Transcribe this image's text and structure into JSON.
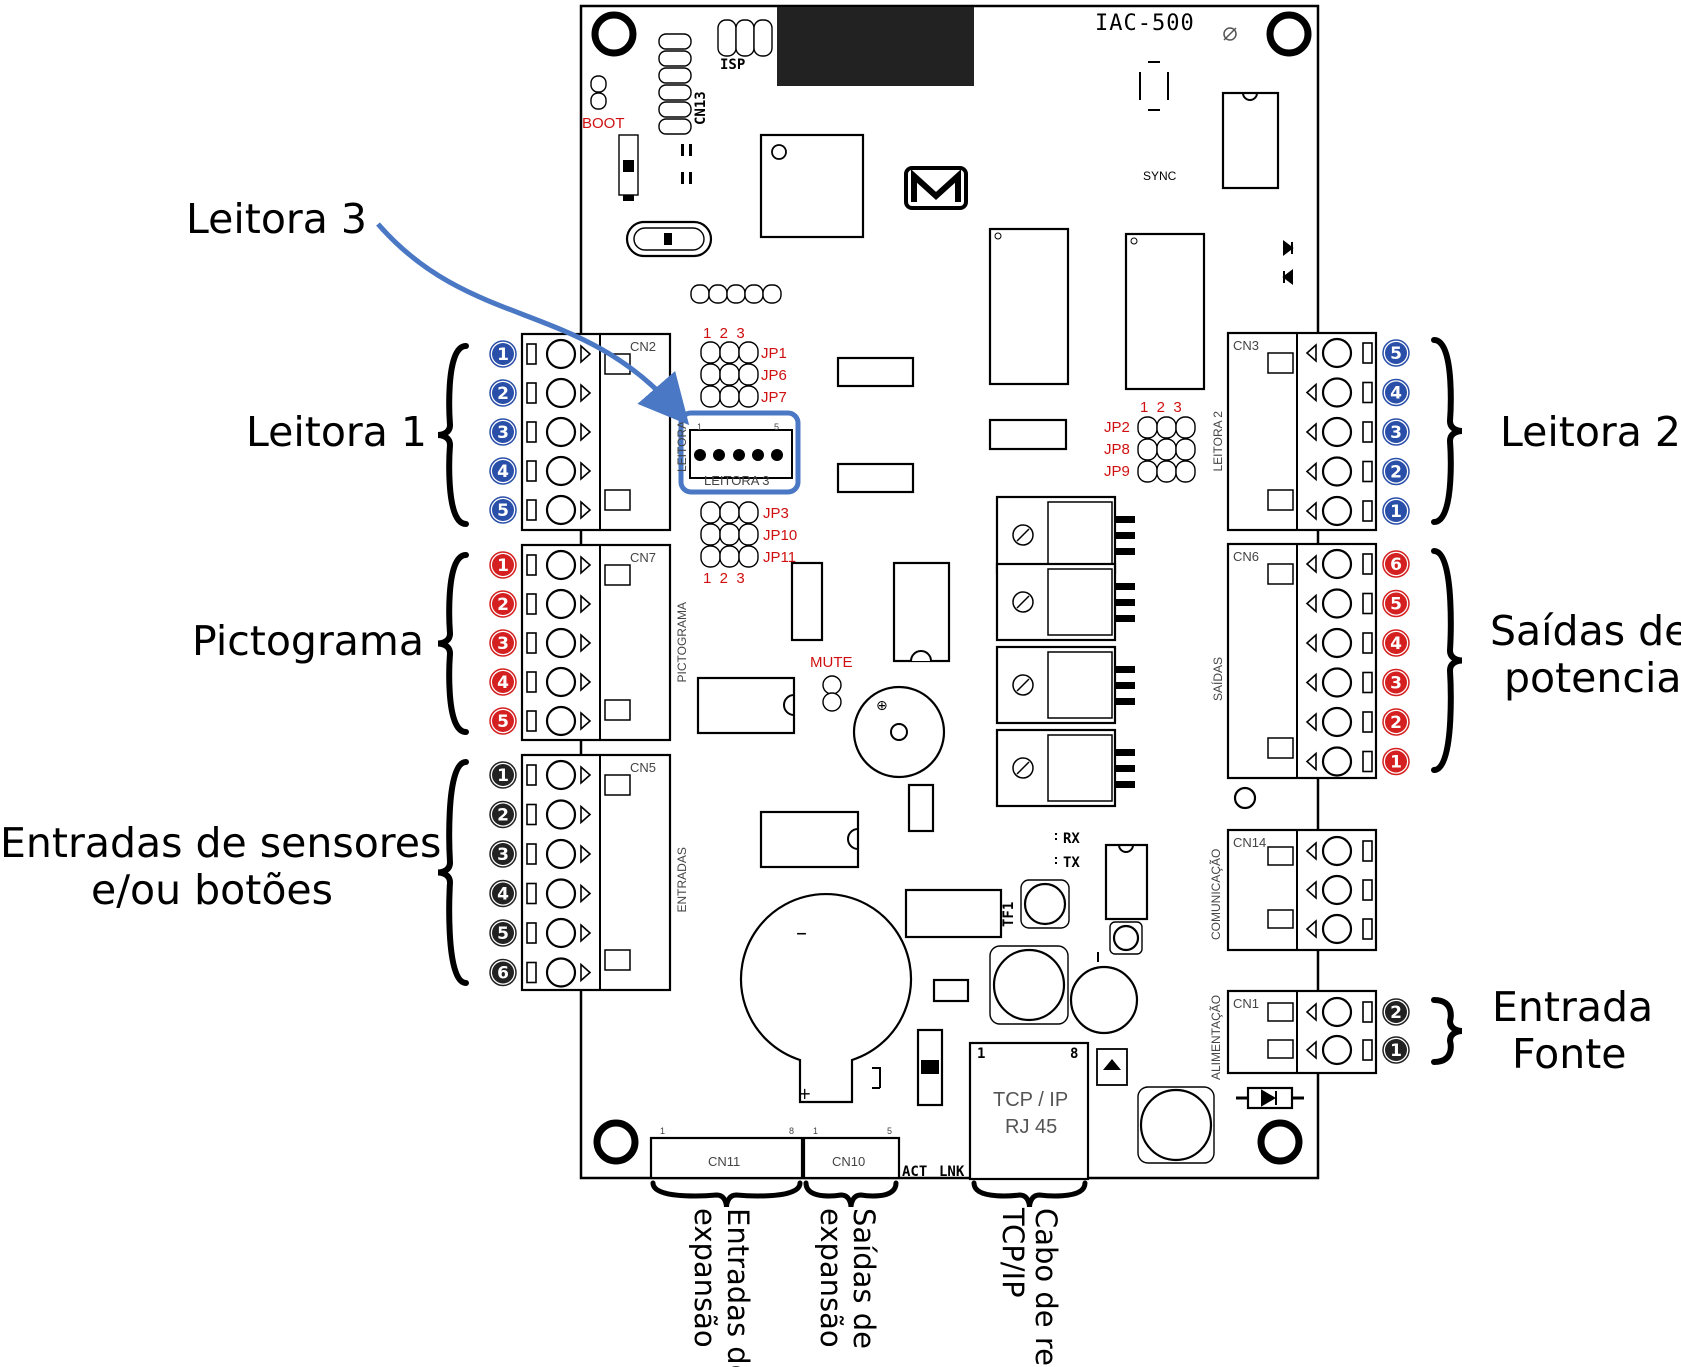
{
  "board": {
    "model": "IAC-500",
    "silk": {
      "boot": "BOOT",
      "isp": "ISP",
      "cn13": "CN13",
      "sync": "SYNC",
      "mute": "MUTE",
      "rx": "RX",
      "tx": "TX",
      "tf1": "TF1",
      "act": "ACT",
      "lnk": "LNK",
      "rj45_line1": "TCP / IP",
      "rj45_line2": "RJ 45",
      "rj45_pin_first": "1",
      "rj45_pin_last": "8"
    },
    "jumpers": {
      "top_cols": "1  2  3",
      "top": [
        "JP1",
        "JP6",
        "JP7"
      ],
      "bottom": [
        "JP3",
        "JP10",
        "JP11"
      ],
      "bottom_cols": "1  2  3",
      "right_cols": "1  2  3",
      "right": [
        "JP2",
        "JP8",
        "JP9"
      ]
    },
    "connectors": {
      "cn2": {
        "id": "CN2",
        "side": "LEITORA 1",
        "pins": [
          "1",
          "2",
          "3",
          "4",
          "5"
        ],
        "color": "#2a4fa8"
      },
      "cn7": {
        "id": "CN7",
        "side": "PICTOGRAMA",
        "pins": [
          "1",
          "2",
          "3",
          "4",
          "5"
        ],
        "color": "#d42020"
      },
      "cn5": {
        "id": "CN5",
        "side": "ENTRADAS",
        "pins": [
          "1",
          "2",
          "3",
          "4",
          "5",
          "6"
        ],
        "color": "#222222"
      },
      "cn3": {
        "id": "CN3",
        "side": "LEITORA 2",
        "pins": [
          "5",
          "4",
          "3",
          "2",
          "1"
        ],
        "color": "#2a4fa8"
      },
      "cn6": {
        "id": "CN6",
        "side": "SAÍDAS",
        "pins": [
          "6",
          "5",
          "4",
          "3",
          "2",
          "1"
        ],
        "color": "#d42020"
      },
      "cn14": {
        "id": "CN14",
        "side": "COMUNICAÇÃO"
      },
      "cn1": {
        "id": "CN1",
        "side": "ALIMENTAÇÃO",
        "pins": [
          "2",
          "1"
        ],
        "color": "#222222"
      },
      "leitora3": {
        "id": "LEITORA 3",
        "pin_first": "1",
        "pin_last": "5"
      },
      "cn11": {
        "id": "CN11",
        "pin_first": "1",
        "pin_last": "8"
      },
      "cn10": {
        "id": "CN10",
        "pin_first": "1",
        "pin_last": "5"
      }
    }
  },
  "labels": {
    "leitora3": "Leitora 3",
    "leitora1": "Leitora 1",
    "leitora2": "Leitora 2",
    "pictograma": "Pictograma",
    "entradas_l1": "Entradas de sensores",
    "entradas_l2": "e/ou botões",
    "saidas_l1": "Saídas de",
    "saidas_l2": "potencia",
    "fonte_l1": "Entrada",
    "fonte_l2": "Fonte",
    "exp_in_l1": "Entradas de",
    "exp_in_l2": "expansão",
    "exp_out_l1": "Saídas de",
    "exp_out_l2": "expansão",
    "net_l1": "Cabo de rede",
    "net_l2": "TCP/IP"
  },
  "colors": {
    "highlight": "#4a78c4",
    "arrow": "#4a78c4",
    "silk_red": "#d01010"
  }
}
